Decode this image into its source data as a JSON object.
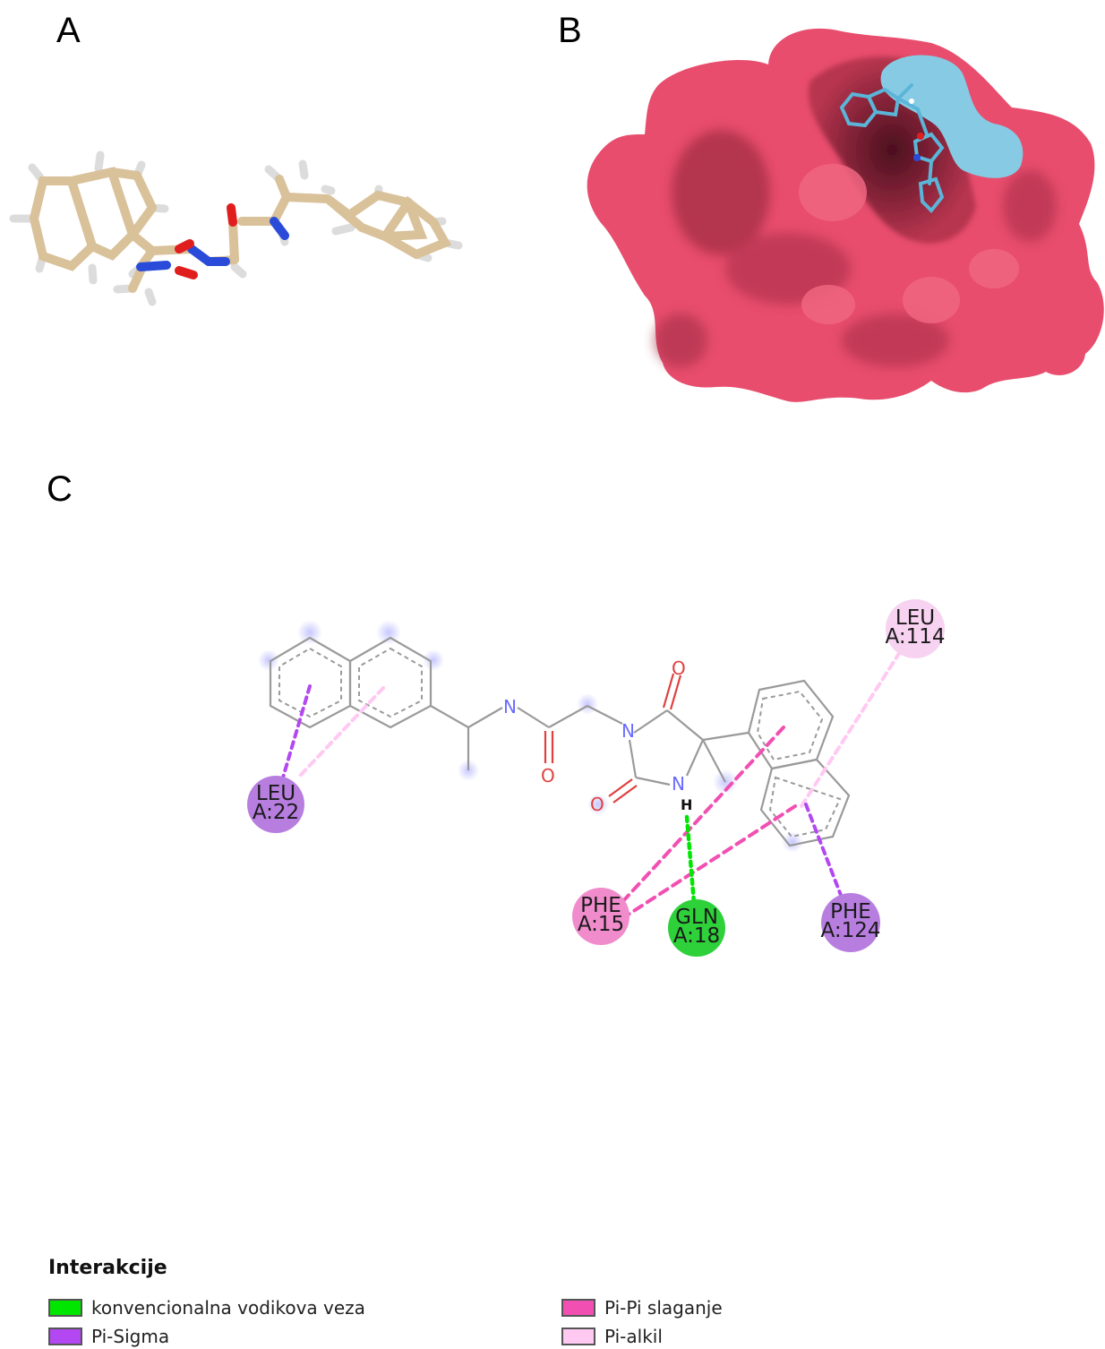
{
  "panels": {
    "a": "A",
    "b": "B",
    "c": "C"
  },
  "residues": [
    {
      "id": "leu22",
      "line1": "LEU",
      "line2": "A:22",
      "color": "#b77ee0"
    },
    {
      "id": "leu114",
      "line1": "LEU",
      "line2": "A:114",
      "color": "#f7d2f1"
    },
    {
      "id": "phe15",
      "line1": "PHE",
      "line2": "A:15",
      "color": "#f08ccc"
    },
    {
      "id": "gln18",
      "line1": "GLN",
      "line2": "A:18",
      "color": "#2ed13a"
    },
    {
      "id": "phe124",
      "line1": "PHE",
      "line2": "A:124",
      "color": "#b77ee0"
    }
  ],
  "atoms": {
    "n": "N",
    "o": "O",
    "h": "H"
  },
  "legend": {
    "title": "Interakcije",
    "items": [
      {
        "label": "konvencionalna vodikova veza",
        "color": "#00e600"
      },
      {
        "label": "Pi-Sigma",
        "color": "#b347f2"
      },
      {
        "label": "Pi-Pi slaganje",
        "color": "#f24fb2"
      },
      {
        "label": "Pi-alkil",
        "color": "#ffc9f2"
      }
    ]
  },
  "colors": {
    "protein": "#e84d6d",
    "protein_shadow": "#8a2036",
    "ligand_surface": "#86cbe3",
    "ligand_stick": "#5bb5d8",
    "carbon": "#d9c19a",
    "nitrogen": "#2a4bd9",
    "oxygen": "#e01e1e",
    "hydrogen": "#e6e6e6"
  }
}
